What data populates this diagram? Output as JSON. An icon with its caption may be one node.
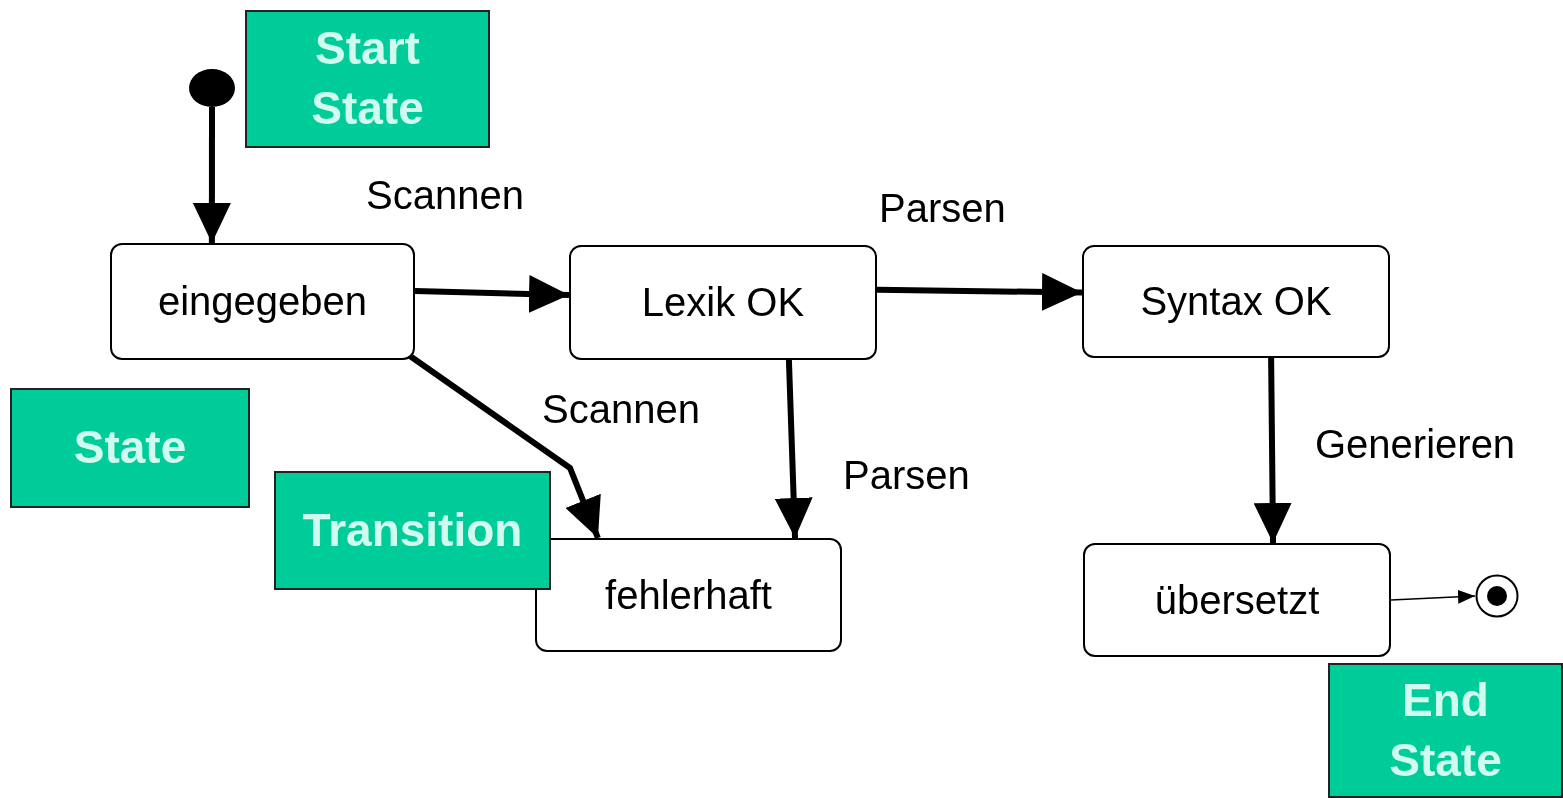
{
  "diagram": {
    "nodes": [
      {
        "text": [],
        "shape": "circle"
      },
      {
        "text": [
          "Start State"
        ]
      },
      {
        "text": [
          "eingegeben"
        ]
      },
      {
        "text": [
          "Lexik OK"
        ]
      },
      {
        "text": [
          "Syntax OK"
        ]
      },
      {
        "text": [
          "State"
        ]
      },
      {
        "text": [
          "fehlerhaft"
        ]
      },
      {
        "text": [
          "Transition"
        ]
      },
      {
        "text": [
          "übersetzt"
        ]
      },
      {
        "text": [],
        "shape": "circle"
      },
      {
        "text": [
          "End State"
        ]
      }
    ],
    "edges": [
      {
        "from": 0,
        "to": 2,
        "arrow": "to"
      },
      {
        "from": 2,
        "to": 3,
        "arrow": "to",
        "label": "Scannen"
      },
      {
        "from": 3,
        "to": 4,
        "arrow": "to",
        "label": "Parsen"
      },
      {
        "from": 2,
        "to": 6,
        "arrow": "to",
        "label": "Scannen"
      },
      {
        "from": 3,
        "to": 6,
        "arrow": "to",
        "label": "Parsen"
      },
      {
        "from": 4,
        "to": 8,
        "arrow": "to",
        "label": "Generieren"
      },
      {
        "from": 8,
        "to": 9,
        "arrow": "to"
      }
    ]
  }
}
